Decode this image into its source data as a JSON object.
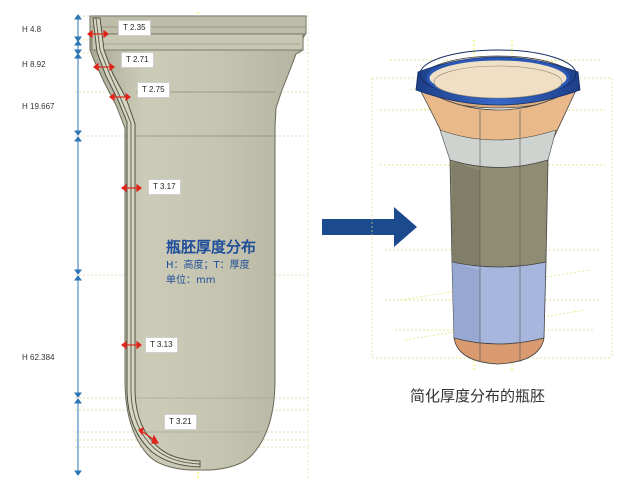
{
  "left_panel": {
    "h_labels": [
      "H 4.8",
      "H 8.92",
      "H 19.667",
      "H 62.384"
    ],
    "t_labels": [
      "T 2.35",
      "T 2.71",
      "T 2.75",
      "T 3.17",
      "T 3.13",
      "T 3.21"
    ],
    "note": {
      "title": "瓶胚厚度分布",
      "line1": "H：高度；T：厚度",
      "line2": "单位：mm"
    }
  },
  "right_panel": {
    "caption": "简化厚度分布的瓶胚"
  },
  "colors": {
    "preform_body": "#c6c6b3",
    "preform_dark": "#5f6253",
    "arrow": "#1c4a8f",
    "dimension": "#2e75b6",
    "marker": "#e0241b",
    "band_blue": "#2a57b4",
    "band_tan": "#e9b98a",
    "band_olive": "#908c74",
    "band_light_blue": "#a6b6dc",
    "band_orange": "#d89a6e"
  },
  "icons": [
    "right-arrow-icon"
  ]
}
